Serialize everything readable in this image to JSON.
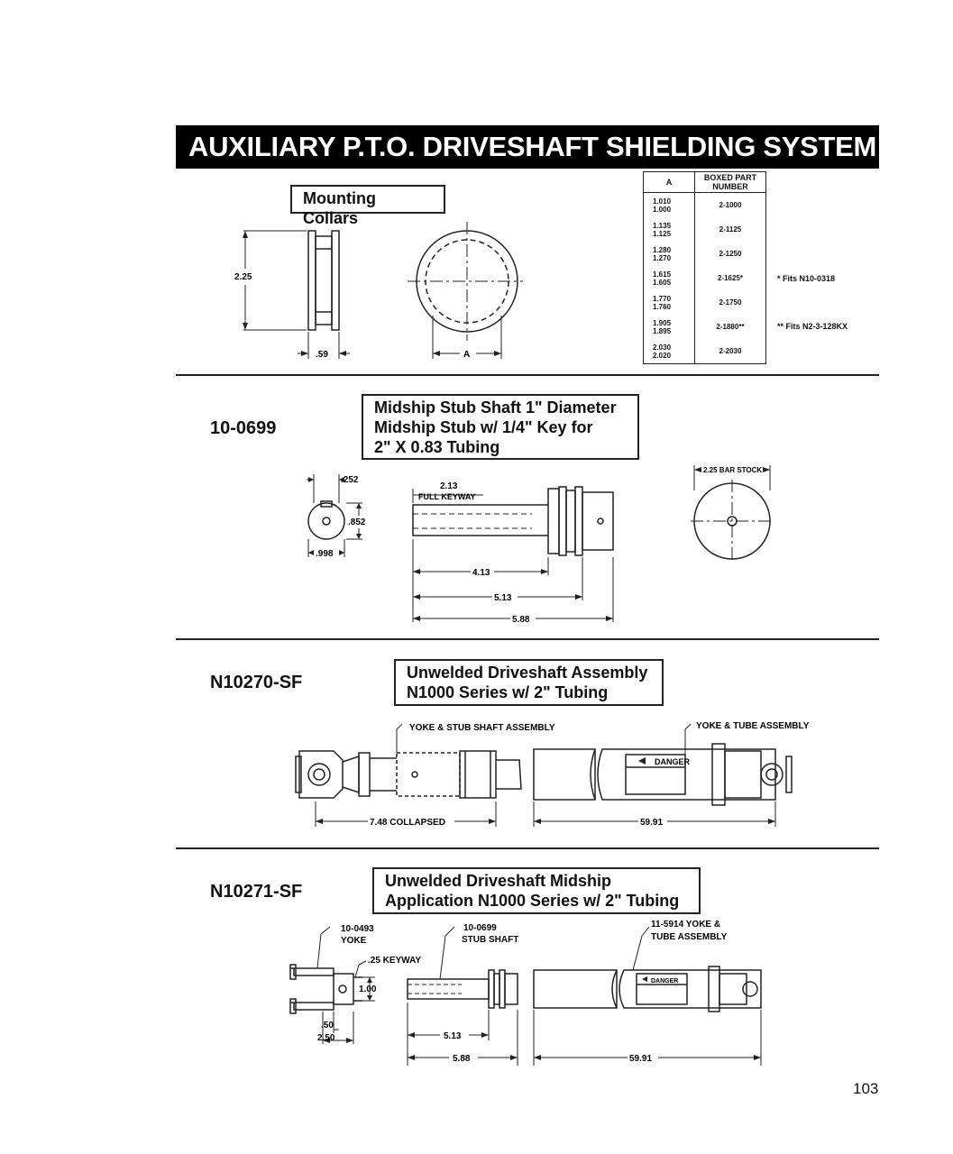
{
  "header": {
    "title": "AUXILIARY P.T.O. DRIVESHAFT SHIELDING SYSTEM"
  },
  "mounting": {
    "title": "Mounting Collars",
    "dim_height": "2.25",
    "dim_width": ".59",
    "dim_a": "A",
    "table": {
      "col_a": "A",
      "col_part": "BOXED PART NUMBER",
      "rows": [
        {
          "a1": "1.010",
          "a2": "1.000",
          "part": "2-1000",
          "note": ""
        },
        {
          "a1": "1.135",
          "a2": "1.125",
          "part": "2-1125",
          "note": ""
        },
        {
          "a1": "1.280",
          "a2": "1.270",
          "part": "2-1250",
          "note": ""
        },
        {
          "a1": "1.615",
          "a2": "1.605",
          "part": "2-1625*",
          "note": "* Fits N10-0318"
        },
        {
          "a1": "1.770",
          "a2": "1.760",
          "part": "2-1750",
          "note": ""
        },
        {
          "a1": "1.905",
          "a2": "1.895",
          "part": "2-1880**",
          "note": "** Fits N2-3-128KX"
        },
        {
          "a1": "2.030",
          "a2": "2.020",
          "part": "2-2030",
          "note": ""
        }
      ]
    }
  },
  "stub": {
    "part": "10-0699",
    "desc1": "Midship Stub Shaft 1\" Diameter",
    "desc2": "Midship Stub w/ 1/4\" Key for",
    "desc3": "2\" X 0.83 Tubing",
    "dim_252": ".252",
    "dim_852": ".852",
    "dim_998": ".998",
    "dim_213": "2.13",
    "full_keyway": "FULL KEYWAY",
    "dim_413": "4.13",
    "dim_513": "5.13",
    "dim_588": "5.88",
    "bar_stock": "2.25 BAR STOCK"
  },
  "assembly": {
    "part": "N10270-SF",
    "desc1": "Unwelded Driveshaft Assembly",
    "desc2": "N1000 Series w/ 2\" Tubing",
    "yoke_stub": "YOKE & STUB SHAFT ASSEMBLY",
    "yoke_tube": "YOKE & TUBE ASSEMBLY",
    "danger": "DANGER",
    "collapsed": "7.48 COLLAPSED",
    "length": "59.91"
  },
  "midship": {
    "part": "N10271-SF",
    "desc1": "Unwelded Driveshaft Midship",
    "desc2": "Application N1000 Series w/ 2\" Tubing",
    "yoke_part": "10-0493",
    "yoke_label": "YOKE",
    "keyway": ".25 KEYWAY",
    "stub_part": "10-0699",
    "stub_label": "STUB SHAFT",
    "tube_part": "11-5914 YOKE &",
    "tube_label": "TUBE ASSEMBLY",
    "danger": "DANGER",
    "dim_100": "1.00",
    "dim_50": ".50",
    "dim_250": "2.50",
    "dim_513": "5.13",
    "dim_588": "5.88",
    "dim_5991": "59.91"
  },
  "page_number": "103"
}
